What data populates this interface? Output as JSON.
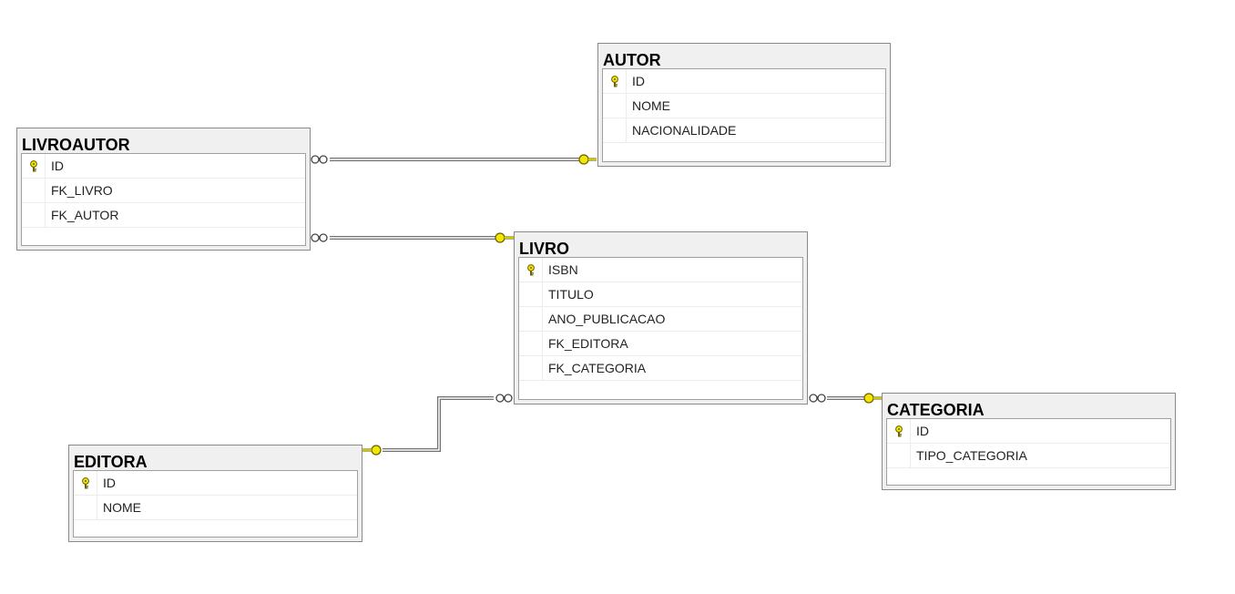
{
  "tables": {
    "autor": {
      "title": "AUTOR",
      "columns": [
        "ID",
        "NOME",
        "NACIONALIDADE"
      ],
      "primary_key": "ID"
    },
    "livroautor": {
      "title": "LIVROAUTOR",
      "columns": [
        "ID",
        "FK_LIVRO",
        "FK_AUTOR"
      ],
      "primary_key": "ID"
    },
    "livro": {
      "title": "LIVRO",
      "columns": [
        "ISBN",
        "TITULO",
        "ANO_PUBLICACAO",
        "FK_EDITORA",
        "FK_CATEGORIA"
      ],
      "primary_key": "ISBN"
    },
    "editora": {
      "title": "EDITORA",
      "columns": [
        "ID",
        "NOME"
      ],
      "primary_key": "ID"
    },
    "categoria": {
      "title": "CATEGORIA",
      "columns": [
        "ID",
        "TIPO_CATEGORIA"
      ],
      "primary_key": "ID"
    }
  },
  "relationships": [
    {
      "from": "LIVROAUTOR",
      "to": "AUTOR",
      "many_side": "LIVROAUTOR",
      "key_side": "AUTOR"
    },
    {
      "from": "LIVROAUTOR",
      "to": "LIVRO",
      "many_side": "LIVROAUTOR",
      "key_side": "LIVRO"
    },
    {
      "from": "LIVRO",
      "to": "EDITORA",
      "many_side": "LIVRO",
      "key_side": "EDITORA"
    },
    {
      "from": "LIVRO",
      "to": "CATEGORIA",
      "many_side": "LIVRO",
      "key_side": "CATEGORIA"
    }
  ],
  "colors": {
    "key": "#f2e600",
    "key_outline": "#6b6200",
    "connector": "#707070"
  },
  "icons": {
    "primary_key": "key-icon",
    "many_end": "infinity-icon",
    "one_end": "key-icon"
  }
}
